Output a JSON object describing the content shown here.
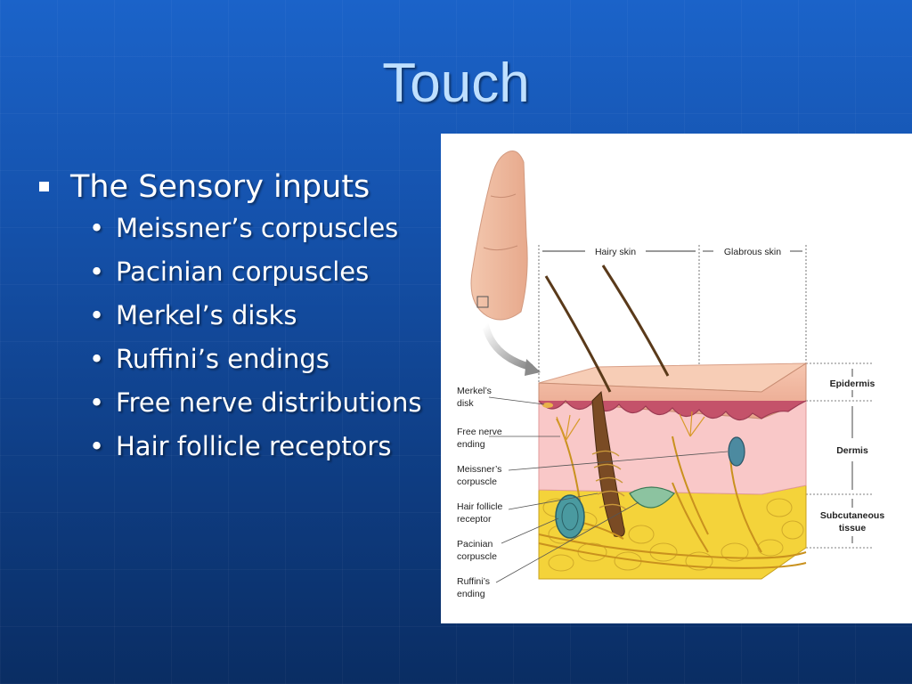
{
  "slide": {
    "title": "Touch",
    "bullet": "The Sensory inputs",
    "sub_bullets": [
      "Meissner’s corpuscles",
      "Pacinian corpuscles",
      "Merkel’s disks",
      "Ruffini’s endings",
      "Free nerve distributions",
      "Hair follicle receptors"
    ]
  },
  "figure": {
    "top_labels": {
      "hairy_skin": "Hairy skin",
      "glabrous_skin": "Glabrous skin"
    },
    "left_labels": {
      "merkel": [
        "Merkel’s",
        "disk"
      ],
      "free_nerve": [
        "Free nerve",
        "ending"
      ],
      "meissner": [
        "Meissner’s",
        "corpuscle"
      ],
      "hair_follicle": [
        "Hair follicle",
        "receptor"
      ],
      "pacinian": [
        "Pacinian",
        "corpuscle"
      ],
      "ruffini": [
        "Ruffini’s",
        "ending"
      ]
    },
    "right_labels": {
      "epidermis": "Epidermis",
      "dermis": "Dermis",
      "subcutaneous": [
        "Subcutaneous",
        "tissue"
      ]
    }
  },
  "colors": {
    "title": "#bfe0ff",
    "background": "#1553ae"
  }
}
